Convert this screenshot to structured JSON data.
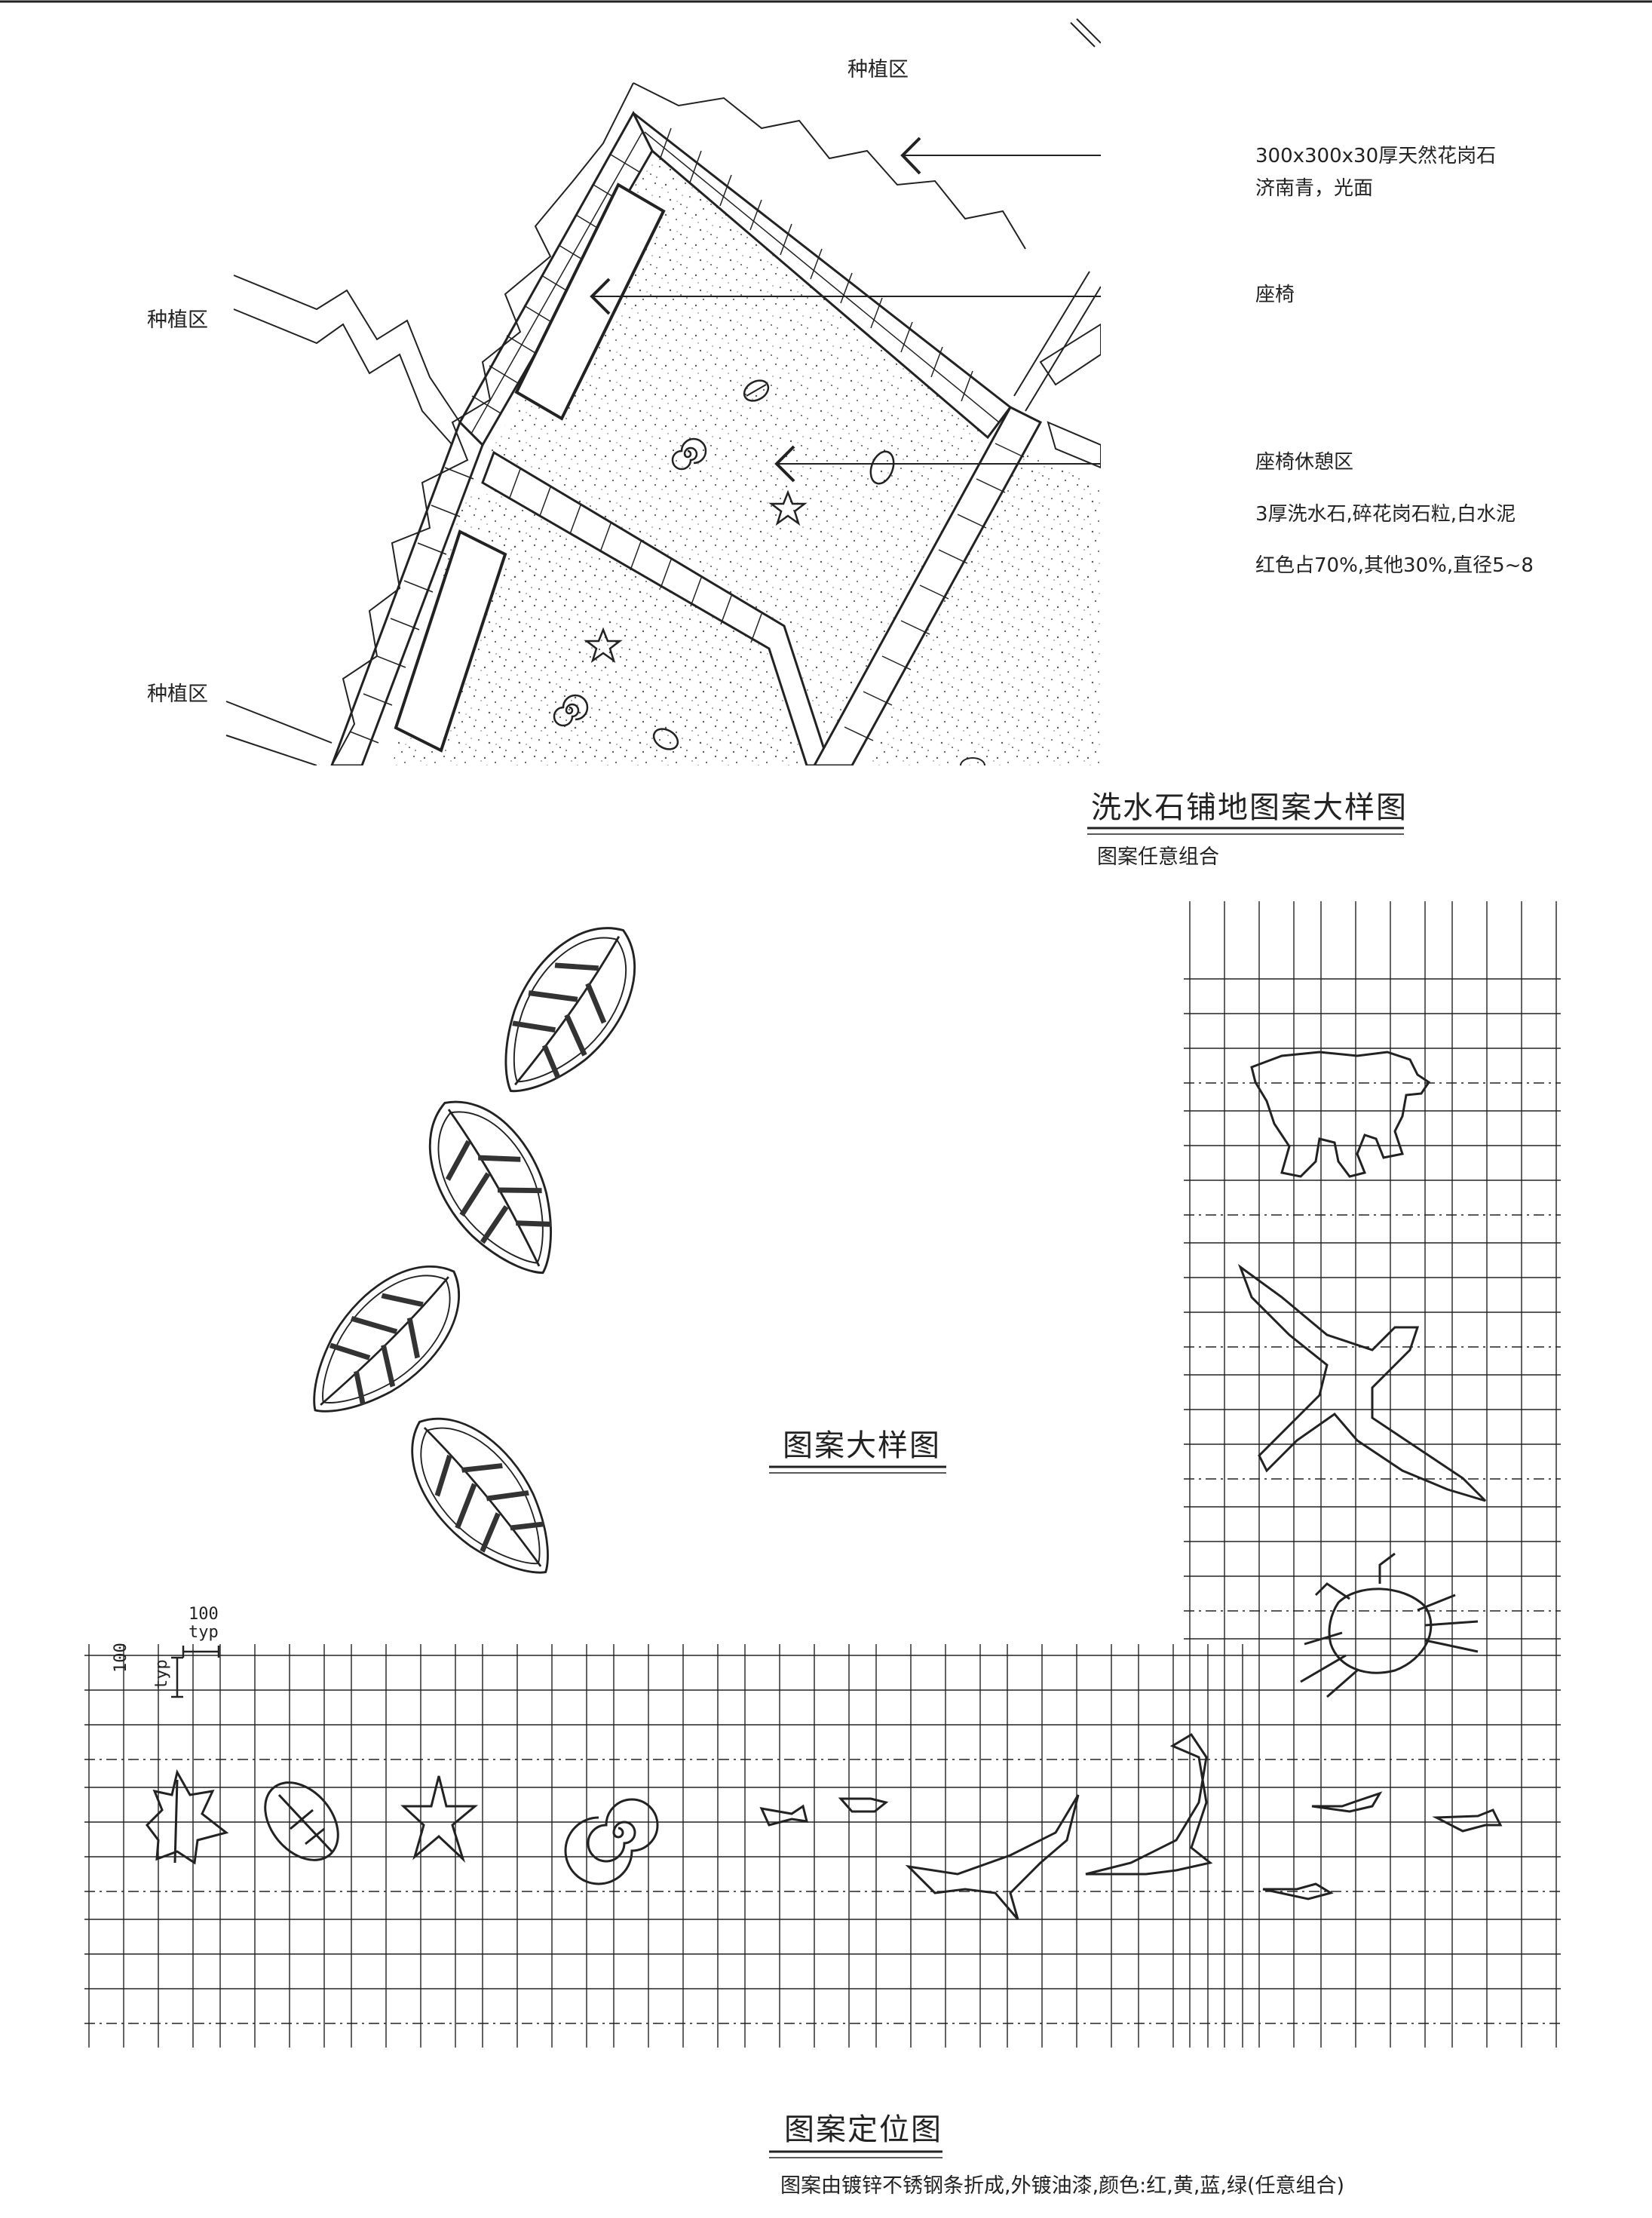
{
  "site_plan": {
    "zone_top": "种植区",
    "zone_left": "种植区",
    "zone_bottom_left": "种植区",
    "callout_granite_line1": "300x300x30厚天然花岗石",
    "callout_granite_line2": "济南青，光面",
    "callout_bench": "座椅",
    "callout_rest_area": "座椅休憩区",
    "callout_spec_line1": "3厚洗水石,碎花岗石粒,白水泥",
    "callout_spec_line2": "红色占70%,其他30%,直径5~8"
  },
  "detail_title": {
    "title": "洗水石铺地图案大样图",
    "subtitle": "图案任意组合"
  },
  "pattern_detail": {
    "title": "图案大样图"
  },
  "grid_dimensions": {
    "horizontal_value": "100",
    "horizontal_suffix": "typ",
    "vertical_value": "100",
    "vertical_suffix": "typ"
  },
  "layout_plan": {
    "title": "图案定位图",
    "note": "图案由镀锌不锈钢条折成,外镀油漆,颜色:红,黄,蓝,绿(任意组合)"
  },
  "colors": {
    "ink": "#222222",
    "paper": "#ffffff"
  }
}
